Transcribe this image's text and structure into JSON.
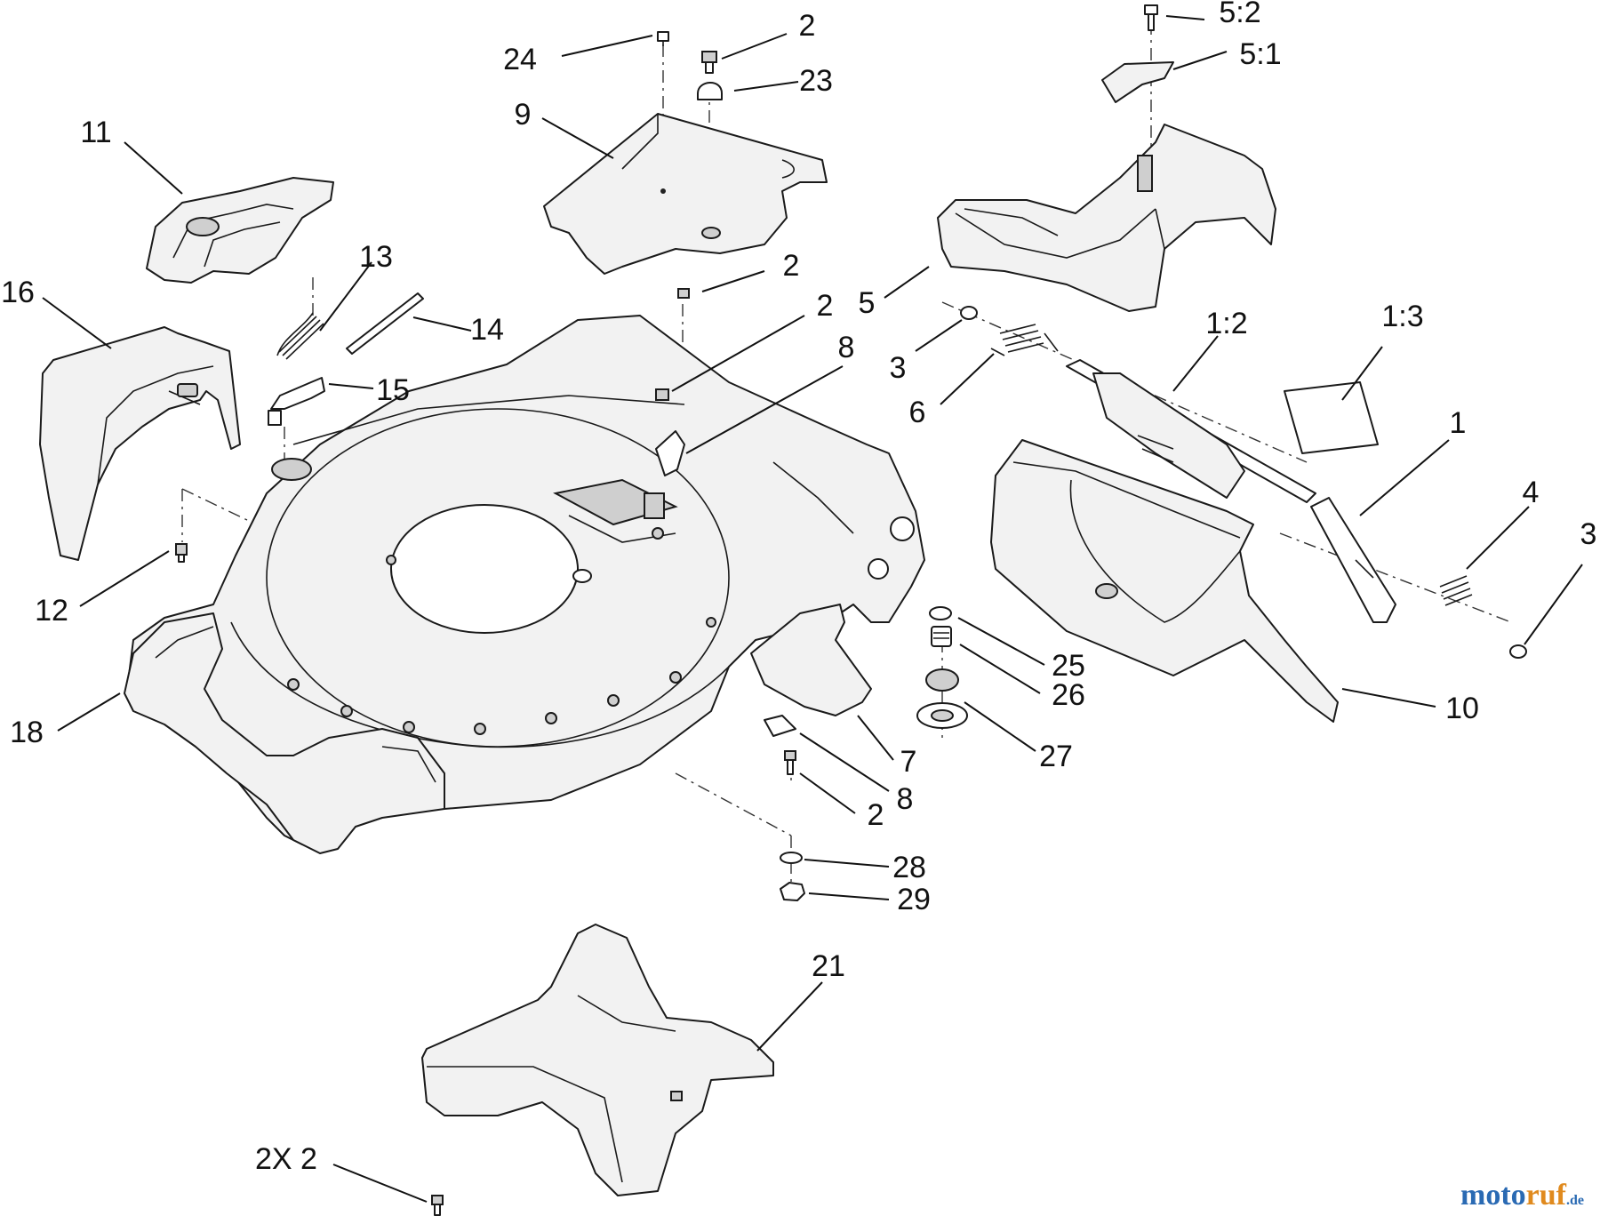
{
  "diagram": {
    "callouts": [
      {
        "id": "c24",
        "text": "24"
      },
      {
        "id": "c2a",
        "text": "2"
      },
      {
        "id": "c23",
        "text": "23"
      },
      {
        "id": "c52",
        "text": "5:2"
      },
      {
        "id": "c51",
        "text": "5:1"
      },
      {
        "id": "c11",
        "text": "11"
      },
      {
        "id": "c9",
        "text": "9"
      },
      {
        "id": "c13",
        "text": "13"
      },
      {
        "id": "c16",
        "text": "16"
      },
      {
        "id": "c14",
        "text": "14"
      },
      {
        "id": "c2b",
        "text": "2"
      },
      {
        "id": "c2c",
        "text": "2"
      },
      {
        "id": "c5",
        "text": "5"
      },
      {
        "id": "c12l",
        "text": "1:2"
      },
      {
        "id": "c13l",
        "text": "1:3"
      },
      {
        "id": "c15",
        "text": "15"
      },
      {
        "id": "c8a",
        "text": "8"
      },
      {
        "id": "c3a",
        "text": "3"
      },
      {
        "id": "c6",
        "text": "6"
      },
      {
        "id": "c1",
        "text": "1"
      },
      {
        "id": "c4",
        "text": "4"
      },
      {
        "id": "c3b",
        "text": "3"
      },
      {
        "id": "c12",
        "text": "12"
      },
      {
        "id": "c25",
        "text": "25"
      },
      {
        "id": "c26",
        "text": "26"
      },
      {
        "id": "c10",
        "text": "10"
      },
      {
        "id": "c18",
        "text": "18"
      },
      {
        "id": "c7",
        "text": "7"
      },
      {
        "id": "c27",
        "text": "27"
      },
      {
        "id": "c8b",
        "text": "8"
      },
      {
        "id": "c2d",
        "text": "2"
      },
      {
        "id": "c28",
        "text": "28"
      },
      {
        "id": "c29",
        "text": "29"
      },
      {
        "id": "c21",
        "text": "21"
      },
      {
        "id": "c2x2",
        "text": "2X 2"
      }
    ]
  },
  "watermark": {
    "part1": "moto",
    "part2": "ruf",
    "part3": ".de"
  }
}
